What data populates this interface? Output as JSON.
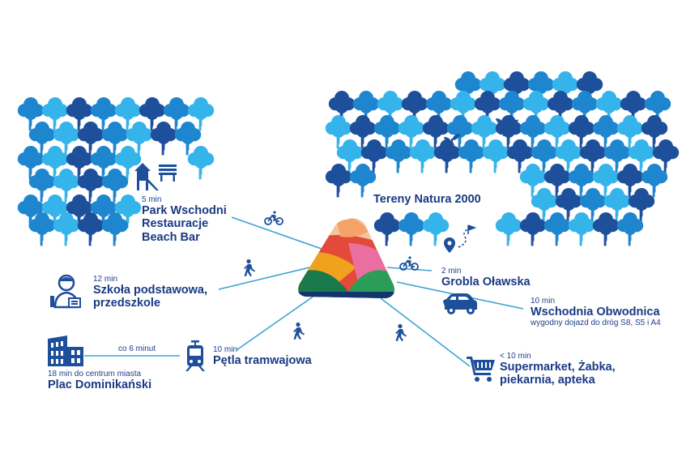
{
  "colors": {
    "dark_blue": "#1d4f9b",
    "mid_blue": "#1e86cf",
    "light_blue": "#34b4ea",
    "line": "#3ea3d6",
    "text": "#1a3a85"
  },
  "icons": [
    "playground-icon",
    "bench-icon",
    "bicycle-icon",
    "walking-person-icon",
    "student-icon",
    "building-icon",
    "tram-icon",
    "car-icon",
    "shopping-cart-icon",
    "location-pin-icon",
    "route-path-icon",
    "plant-icon",
    "logo-triangle-icon"
  ],
  "destinations": {
    "park": {
      "time": "5 min",
      "lines": [
        "Park Wschodni",
        "Restauracje",
        "Beach Bar"
      ]
    },
    "natura": {
      "title": "Tereny Natura 2000"
    },
    "grobla": {
      "time": "2 min",
      "name": "Grobla Oławska"
    },
    "school": {
      "time": "12 min",
      "lines": [
        "Szkoła podstawowa,",
        "przedszkole"
      ]
    },
    "obwodnica": {
      "time": "10 min",
      "name": "Wschodnia Obwodnica",
      "note": "wygodny dojazd do dróg S8, S5 i A4"
    },
    "tram": {
      "time": "10 min",
      "name": "Pętla tramwajowa",
      "frequency": "co 6 minut"
    },
    "plac": {
      "time": "18 min do centrum miasta",
      "name": "Plac Dominikański"
    },
    "shops": {
      "time": "< 10 min",
      "lines": [
        "Supermarket, Żabka,",
        "piekarnia, apteka"
      ]
    }
  }
}
